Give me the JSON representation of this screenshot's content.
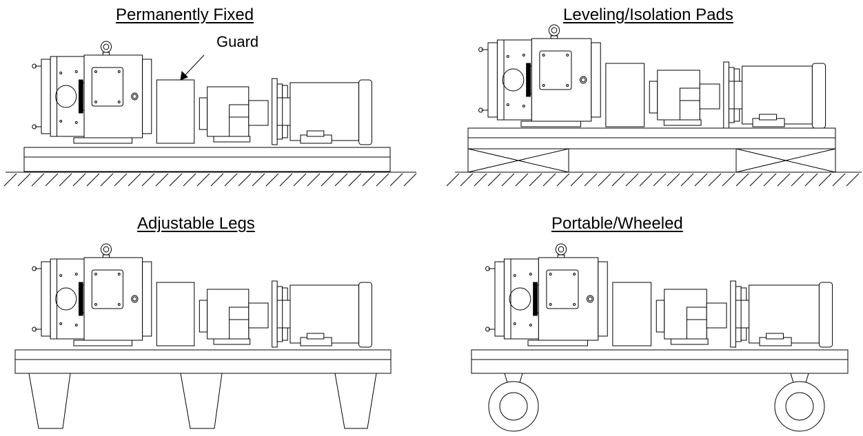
{
  "panels": [
    {
      "title": "Permanently Fixed"
    },
    {
      "title": "Leveling/Isolation Pads"
    },
    {
      "title": "Adjustable Legs"
    },
    {
      "title": "Portable/Wheeled"
    }
  ],
  "callout": {
    "label": "Guard"
  },
  "colors": {
    "line": "#000000",
    "background": "#ffffff"
  }
}
